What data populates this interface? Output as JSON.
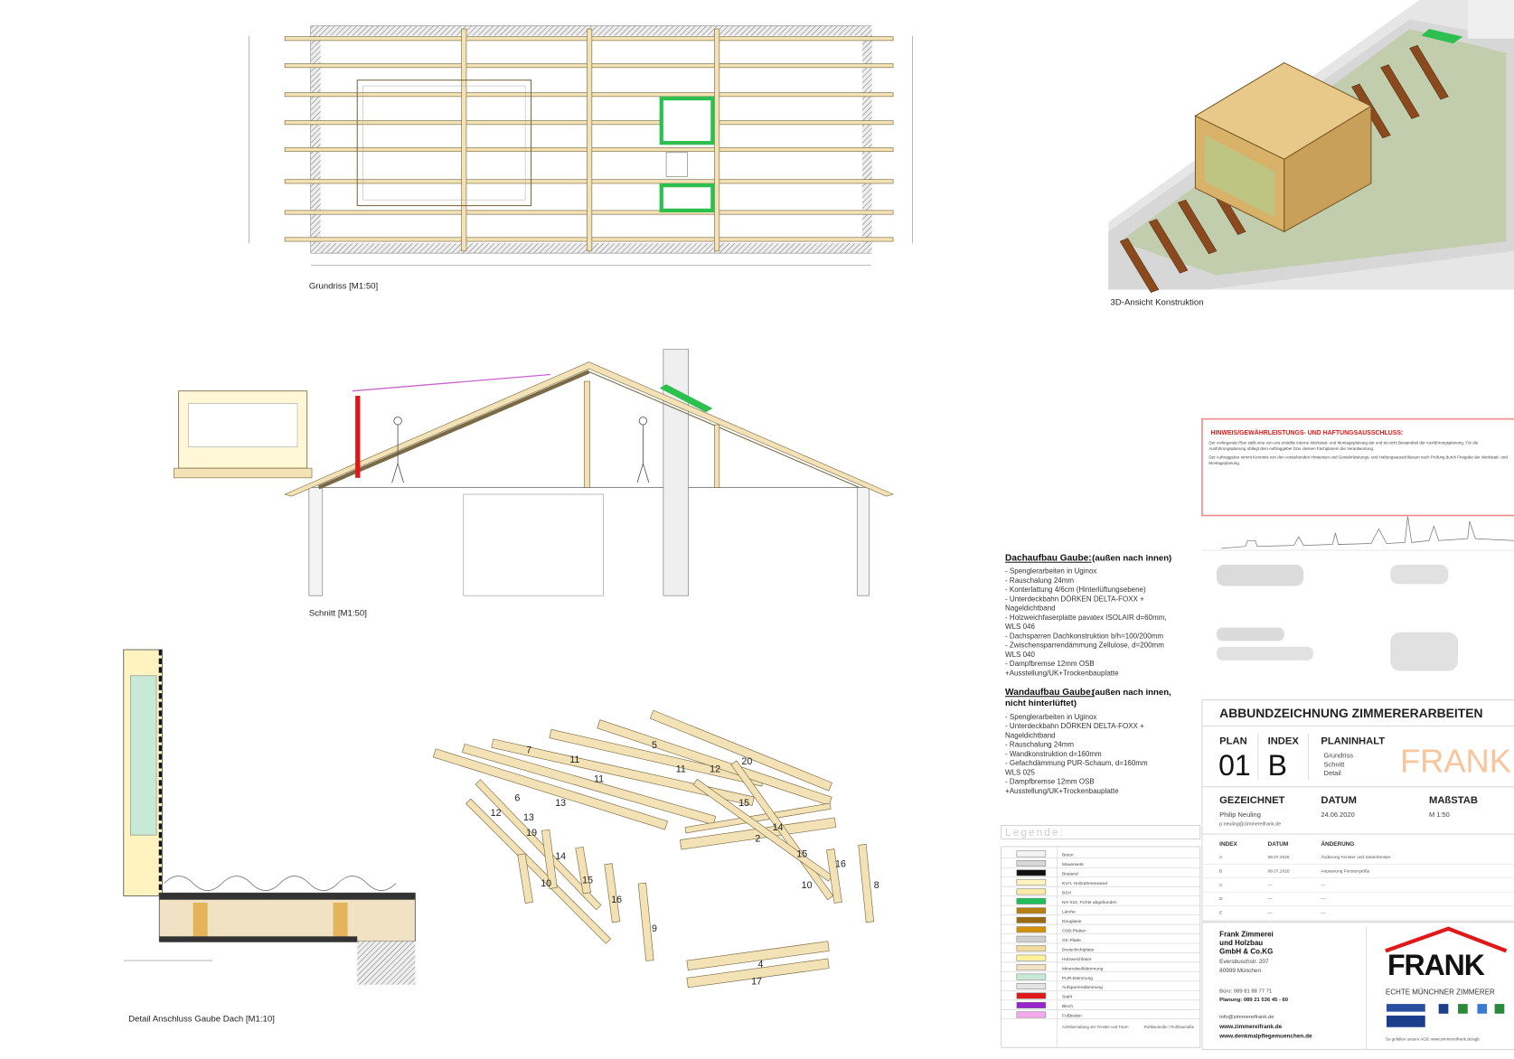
{
  "labels": {
    "grundriss": "Grundriss [M1:50]",
    "ansicht3d": "3D-Ansicht Konstruktion",
    "schnitt": "Schnitt [M1:50]",
    "detail": "Detail Anschluss Gaube Dach [M1:10]"
  },
  "dachaufbau": {
    "title": "Dachaufbau Gaube:",
    "subtitle": "(außen nach innen)",
    "lines": [
      "- Spenglerarbeiten in Uginox",
      "- Rauschalung 24mm",
      "- Konterlattung 4/6cm (Hinterlüftungsebene)",
      "- Unterdeckbahn DÖRKEN DELTA-FOXX +",
      "Nageldichtband",
      "- Holzweichfaserplatte pavatex ISOLAIR d=60mm,",
      "WLS 046",
      "- Dachsparren Dachkonstruktion b/h=100/200mm",
      "- Zwischensparrendämmung Zellulose, d=200mm",
      "WLS 040",
      "- Dampfbremse 12mm OSB",
      "+Ausstellung/UK+Trockenbauplatte"
    ]
  },
  "wandaufbau": {
    "title": "Wandaufbau Gaube:",
    "subtitle": "(außen nach innen,",
    "subtitle2": "nicht hinterlüftet)",
    "lines": [
      "- Spenglerarbeiten in Uginox",
      "- Unterdeckbahn DÖRKEN DELTA-FOXX +",
      "Nageldichtband",
      "- Rauschalung 24mm",
      "- Wandkonstruktion d=160mm",
      "- Gefachdämmung PUR-Schaum, d=160mm",
      "WLS 025",
      "- Dampfbremse 12mm OSB",
      "+Ausstellung/UK+Trockenbauplatte"
    ]
  },
  "legend": {
    "title": "Legende:",
    "items": [
      {
        "label": "Beton",
        "color": "#f4f4f4"
      },
      {
        "label": "Mauerwerk",
        "color": "#d8d8d8"
      },
      {
        "label": "Bestand",
        "color": "#111111"
      },
      {
        "label": "KVH, Holzrahmenwand",
        "color": "#fff3c0"
      },
      {
        "label": "BSH",
        "color": "#fbe9a8"
      },
      {
        "label": "NH S10, Fichte abgebunden",
        "color": "#1fbf5a"
      },
      {
        "label": "Lärche",
        "color": "#b57f12"
      },
      {
        "label": "Douglasie",
        "color": "#9a6a0c"
      },
      {
        "label": "OSB-Platten",
        "color": "#d4920a"
      },
      {
        "label": "GK-Platte",
        "color": "#d0d0d0"
      },
      {
        "label": "Dreischichtplatte",
        "color": "#f1dca0"
      },
      {
        "label": "Holzweichfaser",
        "color": "#fff19a"
      },
      {
        "label": "Mineralwolldämmung",
        "color": "#f1e2c4"
      },
      {
        "label": "PUR-Dämmung",
        "color": "#c7ead7"
      },
      {
        "label": "Aufsparrendämmung",
        "color": "#e4e4e4"
      },
      {
        "label": "Stahl",
        "color": "#e01818"
      },
      {
        "label": "Blech",
        "color": "#9a22cf"
      },
      {
        "label": "Fußboden",
        "color": "#f2a8ea"
      }
    ],
    "footer1": "Achsbemaßung der Fenster und Türen",
    "footer2": "Rohbaumaße / Rohbaumaße"
  },
  "hinweis": {
    "title": "HINWEIS/GEWÄHRLEISTUNGS- UND HAFTUNGSAUSSCHLUSS:",
    "p1": "Der vorliegende Plan stellt eine von uns erstellte interne Werkstatt- und Montageplanung dar und ist nicht Bestandteil der Ausführungsplanung. Für die Ausführungsplanung obliegt dem Auftraggeber bzw. dessen Fachplanern die Verantwortung.",
    "p2": "Der Auftraggeber nimmt Kenntnis von den vorstehenden Hinweisen und Gewährleistungs- und Haftungsausschlüssen nach Prüfung durch Freigabe der Werkstatt- und Montageplanung."
  },
  "title_block": {
    "title": "ABBUNDZEICHNUNG ZIMMERERARBEITEN",
    "plan_label": "PLAN",
    "plan": "01",
    "index_label": "INDEX",
    "index": "B",
    "planinhalt_label": "PLANINHALT",
    "planinhalt": [
      "Grundriss",
      "Schnitt",
      "Detail"
    ],
    "watermark": "FRANK",
    "gezeichnet_label": "GEZEICHNET",
    "gezeichnet": "Philip Neuling",
    "email": "p.neuling@zimmereifrank.de",
    "datum_label": "DATUM",
    "datum": "24.06.2020",
    "massstab_label": "MAßSTAB",
    "massstab": "M 1:50",
    "changes_header": [
      "INDEX",
      "DATUM",
      "ÄNDERUNG"
    ],
    "changes": [
      [
        "A",
        "08.07.2020",
        "Änderung Fenster und Seitenfenster"
      ],
      [
        "B",
        "08.07.2020",
        "Anpassung Fenstergröße"
      ],
      [
        "C",
        "—",
        "—"
      ],
      [
        "D",
        "—",
        "—"
      ],
      [
        "E",
        "—",
        "—"
      ]
    ]
  },
  "company": {
    "name1": "Frank Zimmerei",
    "name2": "und Holzbau",
    "name3": "GmbH & Co.KG",
    "street": "Eversbuschstr. 207",
    "city": "80999 München",
    "buero": "Büro: 089 81 88 77 71",
    "planung": "Planung: 089 21 536 45 - 60",
    "email": "info@zimmereifrank.de",
    "web1": "www.zimmereifrank.de",
    "web2": "www.denkmalpflegemuenchen.de",
    "logo": "FRANK",
    "slogan": "ECHTE MÜNCHNER ZIMMERER",
    "agb": "So gefallen unsere AGB: www.zimmereifrank.de/agb"
  },
  "parts": [
    "7",
    "11",
    "11",
    "11",
    "12",
    "20",
    "5",
    "6",
    "12",
    "13",
    "13",
    "19",
    "14",
    "15",
    "14",
    "15",
    "10",
    "10",
    "16",
    "16",
    "9",
    "8",
    "4",
    "17",
    "2",
    "15"
  ],
  "colors": {
    "timber": "#f3e2b5",
    "green": "#2ec04f",
    "red": "#e01818",
    "orange": "#f6b27a"
  }
}
